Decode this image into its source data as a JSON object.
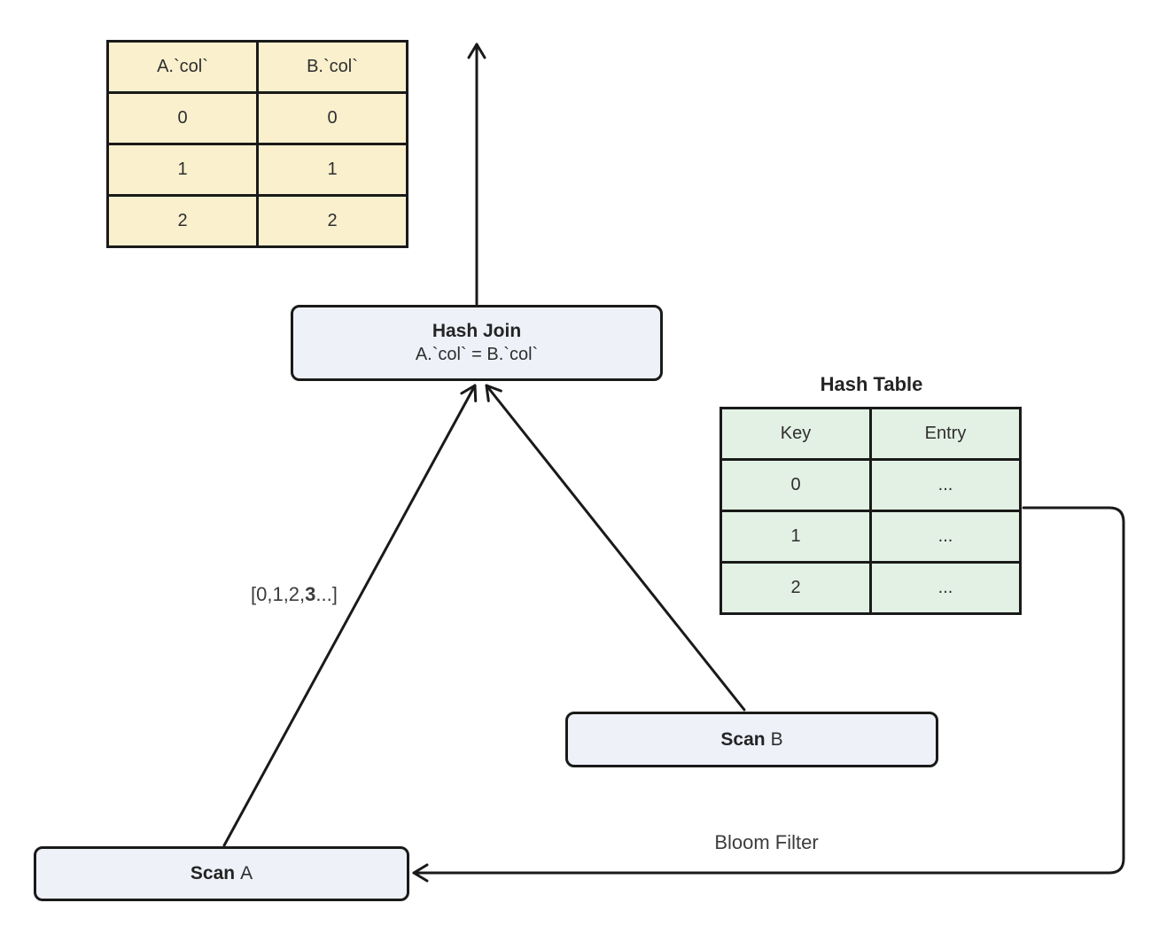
{
  "diagram": {
    "result_table": {
      "headers": [
        "A.`col`",
        "B.`col`"
      ],
      "rows": [
        [
          "0",
          "0"
        ],
        [
          "1",
          "1"
        ],
        [
          "2",
          "2"
        ]
      ]
    },
    "hash_join_node": {
      "title": "Hash Join",
      "condition": "A.`col` = B.`col`"
    },
    "hash_table": {
      "title": "Hash Table",
      "headers": [
        "Key",
        "Entry"
      ],
      "rows": [
        [
          "0",
          "..."
        ],
        [
          "1",
          "..."
        ],
        [
          "2",
          "..."
        ]
      ]
    },
    "scan_a_node": {
      "bold": "Scan",
      "rest": "A"
    },
    "scan_b_node": {
      "bold": "Scan",
      "rest": "B"
    },
    "scan_a_edge_label": {
      "prefix": "[0,1,2,",
      "bold": "3",
      "suffix": "...]"
    },
    "bloom_filter_label": "Bloom Filter",
    "colors": {
      "result_table_fill": "#faf0cd",
      "hash_table_fill": "#e3f1e4",
      "node_fill": "#eef1f8",
      "stroke": "#1a1a1a",
      "text": "#2e2e2e"
    }
  }
}
